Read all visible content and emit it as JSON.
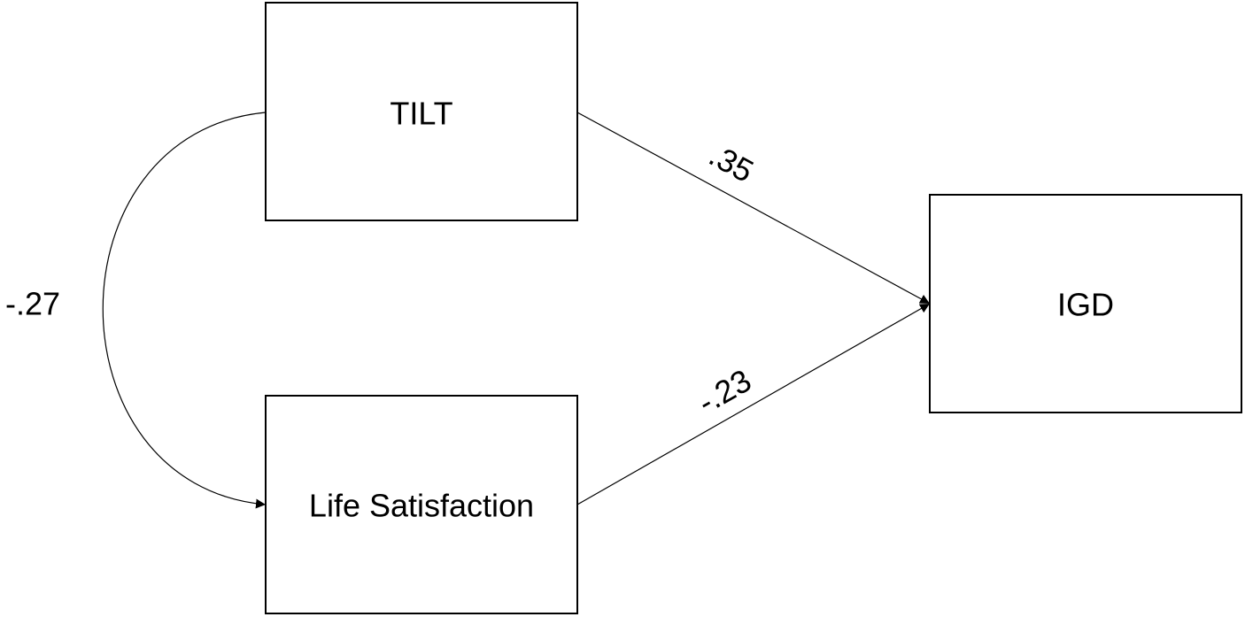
{
  "nodes": {
    "tilt": {
      "label": "TILT"
    },
    "life_satisfaction": {
      "label": "Life Satisfaction"
    },
    "igd": {
      "label": "IGD"
    }
  },
  "paths": {
    "tilt_to_igd": {
      "coefficient": ".35"
    },
    "life_satisfaction_to_igd": {
      "coefficient": "-.23"
    },
    "tilt_life_satisfaction_correlation": {
      "coefficient": "-.27"
    }
  }
}
